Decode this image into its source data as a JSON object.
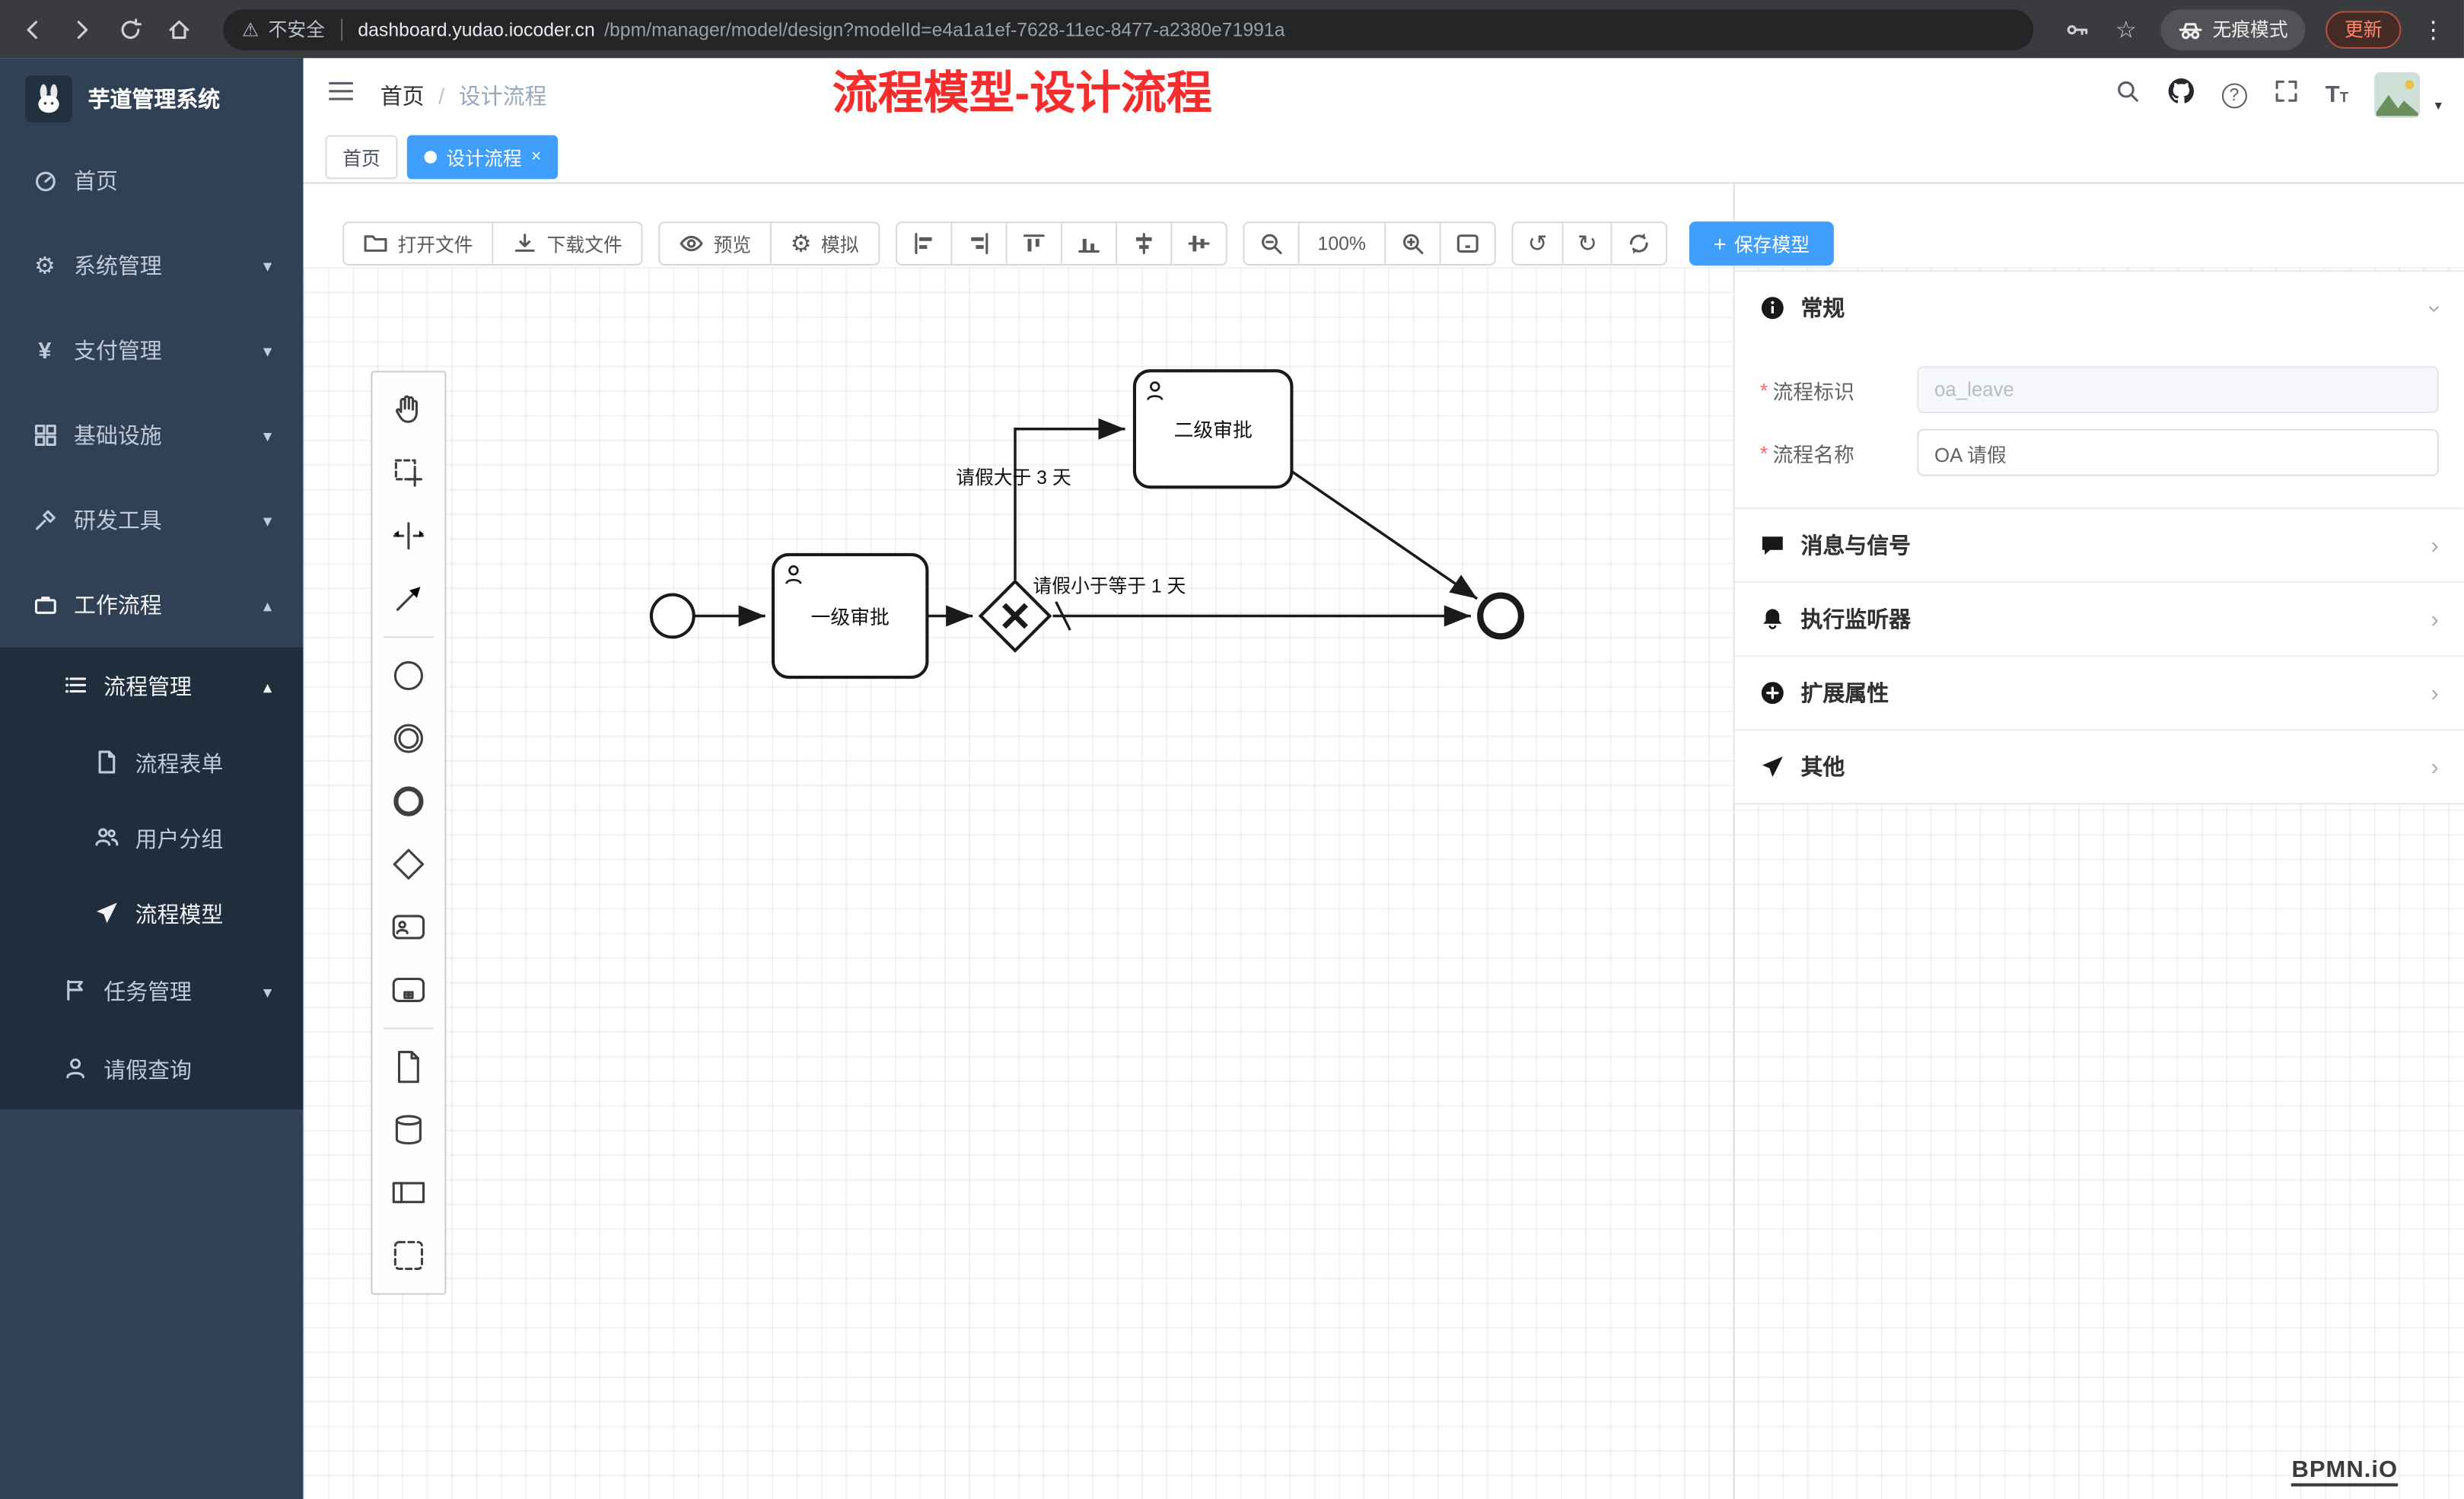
{
  "browser": {
    "security_label": "不安全",
    "url_host": "dashboard.yudao.iocoder.cn",
    "url_path": "/bpm/manager/model/design?modelId=e4a1a1ef-7628-11ec-8477-a2380e71991a",
    "incognito_label": "无痕模式",
    "update_label": "更新"
  },
  "sidebar": {
    "logo_title": "芋道管理系统",
    "items": [
      {
        "label": "首页"
      },
      {
        "label": "系统管理"
      },
      {
        "label": "支付管理"
      },
      {
        "label": "基础设施"
      },
      {
        "label": "研发工具"
      },
      {
        "label": "工作流程"
      }
    ],
    "sub": {
      "process_mgmt": "流程管理",
      "leaf": [
        {
          "label": "流程表单"
        },
        {
          "label": "用户分组"
        },
        {
          "label": "流程模型"
        }
      ],
      "task_mgmt": "任务管理",
      "leave_query": "请假查询"
    }
  },
  "header": {
    "breadcrumb_home": "首页",
    "breadcrumb_current": "设计流程",
    "annotation": "流程模型-设计流程"
  },
  "tabs": [
    {
      "label": "首页"
    },
    {
      "label": "设计流程"
    }
  ],
  "toolbar": {
    "open_file": "打开文件",
    "download_file": "下载文件",
    "preview": "预览",
    "simulate": "模拟",
    "zoom_level": "100%",
    "save_model": "保存模型"
  },
  "panel": {
    "general": {
      "title": "常规",
      "fields": [
        {
          "label": "流程标识",
          "value": "oa_leave"
        },
        {
          "label": "流程名称",
          "value": "OA 请假"
        }
      ]
    },
    "sections": [
      {
        "title": "消息与信号"
      },
      {
        "title": "执行监听器"
      },
      {
        "title": "扩展属性"
      },
      {
        "title": "其他"
      }
    ]
  },
  "diagram": {
    "task1": "一级审批",
    "task2": "二级审批",
    "edge_gt3": "请假大于 3 天",
    "edge_le1": "请假小于等于 1 天",
    "logo": "BPMN.iO"
  }
}
